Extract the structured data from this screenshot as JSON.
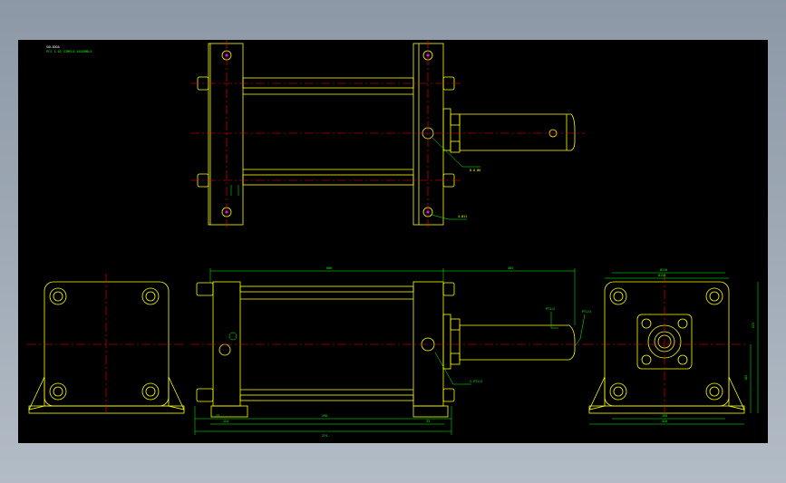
{
  "colors": {
    "background": "#000000",
    "outline": "#ffff00",
    "centerline": "#ff0000",
    "dimension": "#00ff00",
    "hole": "#ff00ff",
    "frame": "#a3adb9"
  },
  "title_block": {
    "line1": "SOLIDDA",
    "line2": "PCS 1.02 SIMPLE-ASSEMBLE"
  },
  "top_view": {
    "leader_upper": "8-8 Ø6",
    "leader_lower": "4-Ø11"
  },
  "front_view": {
    "dim_overall": "606",
    "dim_rod": "485",
    "dim_port": "2-PT1/2",
    "dim_tip": "PT1/2",
    "dim_end": "PT1/2",
    "dim_span": "296",
    "dim_left_a": "33",
    "dim_left_b": "124",
    "dim_right": "33",
    "dim_base": "274"
  },
  "right_view": {
    "dim_top1": "Ø110",
    "dim_top2": "Ø150",
    "dim_height1": "225",
    "dim_height2": "185",
    "dim_base1": "190",
    "dim_base2": "320"
  }
}
